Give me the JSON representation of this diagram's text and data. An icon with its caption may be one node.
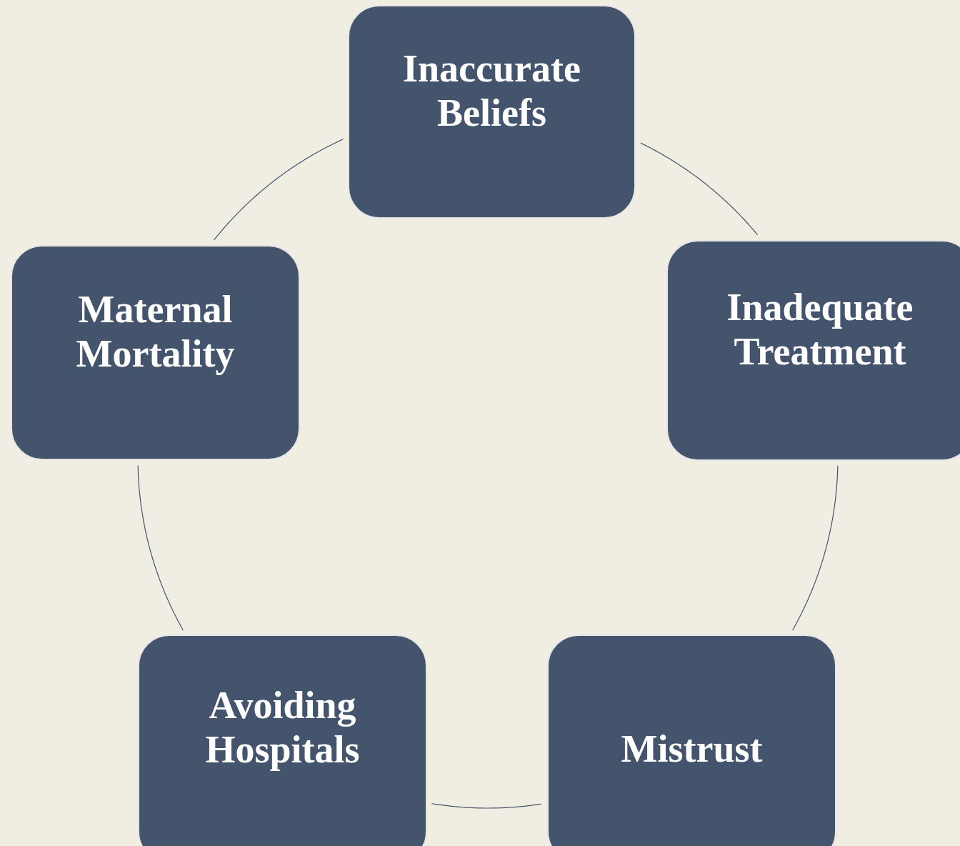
{
  "diagram": {
    "nodes": [
      {
        "text": [
          "Inaccurate Beliefs"
        ]
      },
      {
        "text": [
          "Inadequate Treatment"
        ]
      },
      {
        "text": [
          "Mistrust"
        ]
      },
      {
        "text": [
          "Avoiding Hospitals"
        ]
      },
      {
        "text": [
          "Maternal Mortality"
        ]
      }
    ],
    "edges": [
      {
        "from": 0,
        "to": 1,
        "arrow": "none"
      },
      {
        "from": 1,
        "to": 2,
        "arrow": "none"
      },
      {
        "from": 2,
        "to": 3,
        "arrow": "none"
      },
      {
        "from": 3,
        "to": 4,
        "arrow": "none"
      },
      {
        "from": 4,
        "to": 0,
        "arrow": "none"
      }
    ]
  }
}
